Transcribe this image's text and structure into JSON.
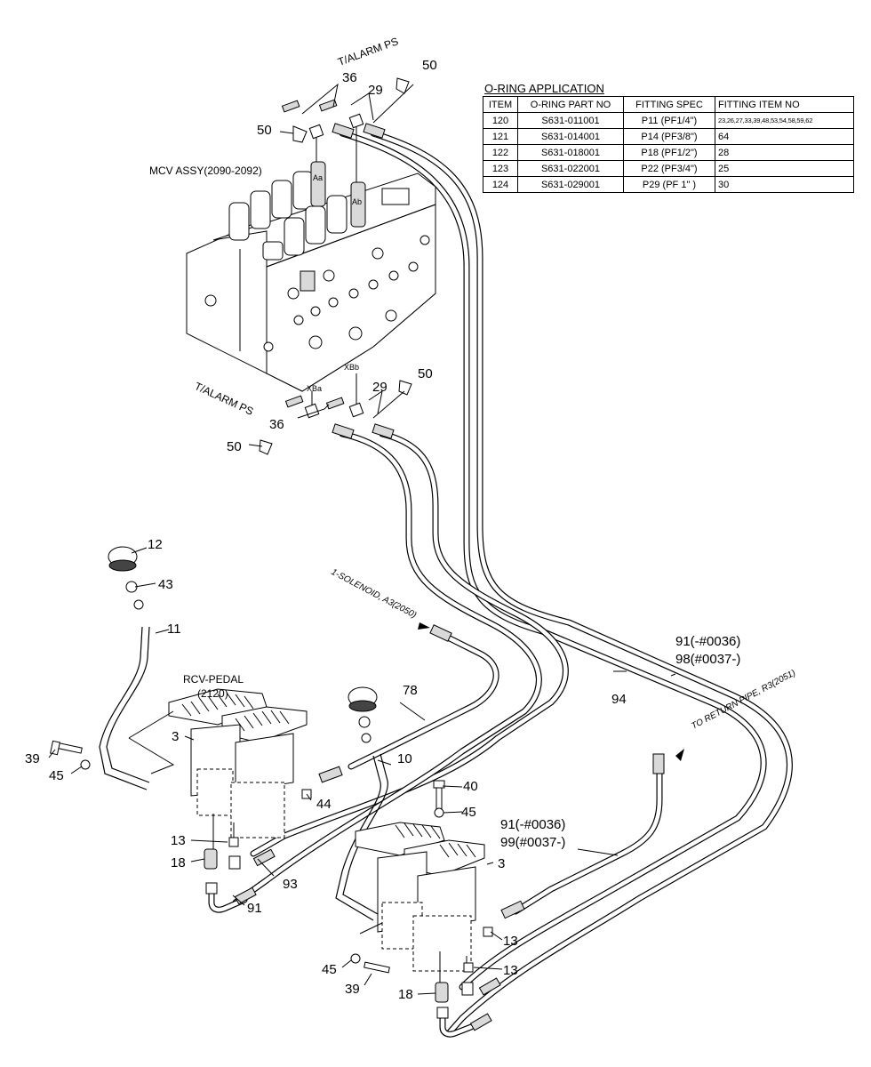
{
  "table": {
    "title": "O-RING APPLICATION",
    "headers": [
      "ITEM",
      "O-RING PART NO",
      "FITTING SPEC",
      "FITTING ITEM NO"
    ],
    "rows": [
      [
        "120",
        "S631-011001",
        "P11 (PF1/4\")",
        "23,26,27,33,39,48,53,54,58,59,62"
      ],
      [
        "121",
        "S631-014001",
        "P14 (PF3/8\")",
        "64"
      ],
      [
        "122",
        "S631-018001",
        "P18 (PF1/2\")",
        "28"
      ],
      [
        "123",
        "S631-022001",
        "P22 (PF3/4\")",
        "25"
      ],
      [
        "124",
        "S631-029001",
        "P29 (PF  1\" )",
        "30"
      ]
    ]
  },
  "labels": {
    "talarm_top": "T/ALARM PS",
    "talarm_mid": "T/ALARM PS",
    "mcv": "MCV ASSY(2090-2092)",
    "rcv_line1": "RCV-PEDAL",
    "rcv_line2": "(2120)",
    "solenoid": "1-SOLENOID, A3(2050)",
    "return_pipe": "TO RETURN PIPE, R3(2051)",
    "port_a1": "Aa",
    "port_a2": "Ab",
    "port_b1": "XBa",
    "port_b2": "XBb",
    "hose_91_98_a": "91(-#0036)",
    "hose_91_98_b": "98(#0037-)",
    "hose_91_99_a": "91(-#0036)",
    "hose_91_99_b": "99(#0037-)"
  },
  "callouts": {
    "c36_top": "36",
    "c50_top_right": "50",
    "c29_top": "29",
    "c50_top_left": "50",
    "c29_mid": "29",
    "c50_mid_right": "50",
    "c36_mid": "36",
    "c50_mid_left": "50",
    "c12": "12",
    "c43": "43",
    "c11": "11",
    "c78": "78",
    "c94": "94",
    "c3_left": "3",
    "c39_left": "39",
    "c45_left": "45",
    "c10": "10",
    "c40": "40",
    "c44": "44",
    "c45_right": "45",
    "c13_left": "13",
    "c18_left": "18",
    "c93": "93",
    "c91": "91",
    "c3_right": "3",
    "c13_right_a": "13",
    "c13_right_b": "13",
    "c45_bottom": "45",
    "c39_bottom": "39",
    "c18_bottom": "18"
  }
}
